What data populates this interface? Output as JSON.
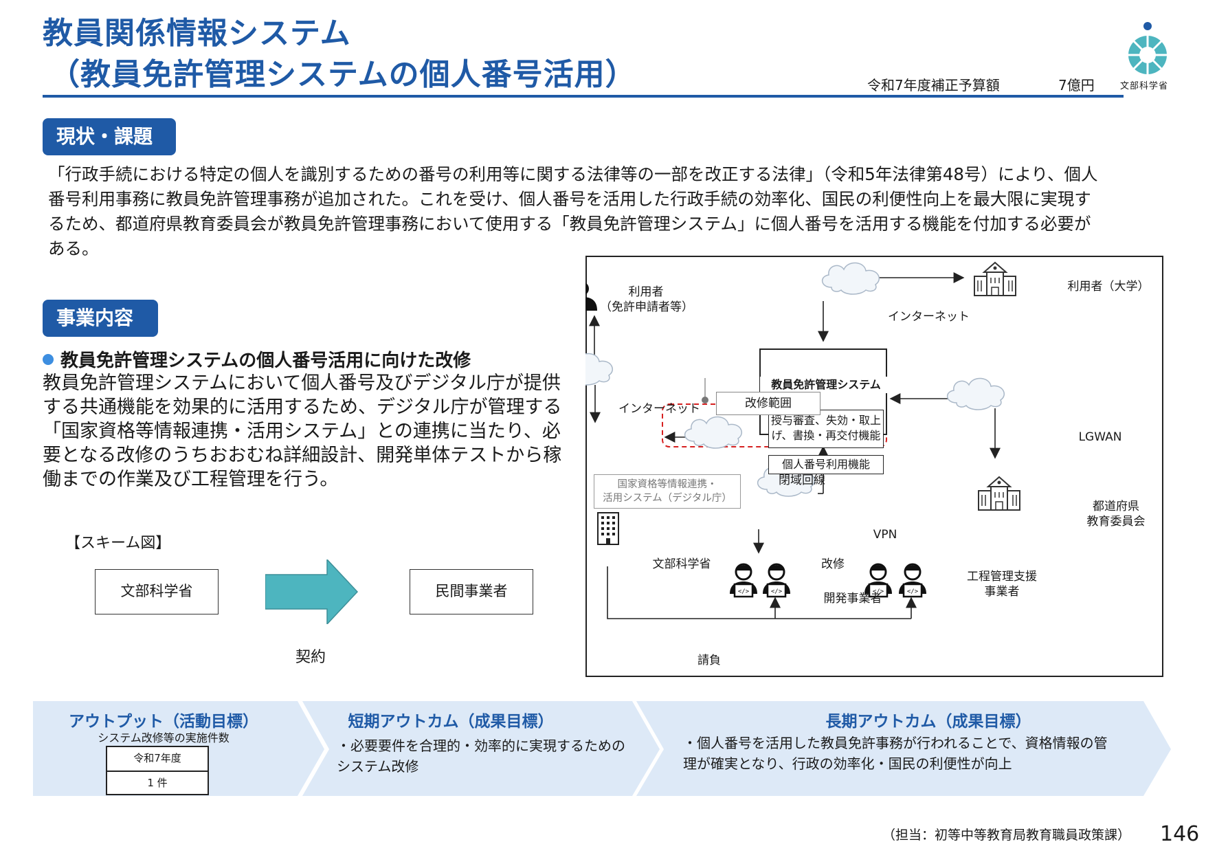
{
  "header": {
    "title_line1": "教員関係情報システム",
    "title_line2": "（教員免許管理システムの個人番号活用）",
    "budget_label": "令和7年度補正予算額",
    "budget_value": "7億円",
    "ministry_logo_text": "文部科学省"
  },
  "section_status": {
    "heading": "現状・課題",
    "body": "「行政手続における特定の個人を識別するための番号の利用等に関する法律等の一部を改正する法律」（令和5年法律第48号）により、個人番号利用事務に教員免許管理事務が追加された。これを受け、個人番号を活用した行政手続の効率化、国民の利便性向上を最大限に実現するため、都道府県教育委員会が教員免許管理事務において使用する「教員免許管理システム」に個人番号を活用する機能を付加する必要がある。"
  },
  "section_project": {
    "heading": "事業内容",
    "bullet": "教員免許管理システムの個人番号活用に向けた改修",
    "body": "教員免許管理システムにおいて個人番号及びデジタル庁が提供する共通機能を効果的に活用するため、デジタル庁が管理する「国家資格等情報連携・活用システム」との連携に当たり、必要となる改修のうちおおむね詳細設計、開発単体テストから稼働までの作業及び工程管理を行う。"
  },
  "scheme": {
    "label": "【スキーム図】",
    "from": "文部科学省",
    "to": "民間事業者",
    "relation": "契約",
    "arrow_color": "#4db5bf"
  },
  "diagram": {
    "user_label": "利用者",
    "user_sub": "（免許申請者等）",
    "internet_left": "インターネット",
    "internet_top": "インターネット",
    "user_university": "利用者（大学）",
    "system_title": "教員免許管理システム",
    "func1_line1": "授与審査、失効・取上",
    "func1_line2": "げ、書換・再交付機能",
    "func2": "個人番号利用機能",
    "modification_scope": "改修範囲",
    "closed_network": "閉域回線",
    "national_line1": "国家資格等情報連携・",
    "national_line2": "活用システム（デジタル庁）",
    "lgwan": "LGWAN",
    "pref_line1": "都道府県",
    "pref_line2": "教育委員会",
    "vpn": "VPN",
    "modify": "改修",
    "mext": "文部科学省",
    "developer": "開発事業者",
    "pm_line1": "工程管理支援",
    "pm_line2": "事業者",
    "contract": "請負",
    "scope_color": "#d62020"
  },
  "outcomes": {
    "output_heading": "アウトプット（活動目標）",
    "output_sub": "システム改修等の実施件数",
    "output_year": "令和7年度",
    "output_count": "1 件",
    "short_heading": "短期アウトカム（成果目標）",
    "short_line1": "・必要要件を合理的・効率的に実現するための",
    "short_line2": "システム改修",
    "long_heading": "長期アウトカム（成果目標）",
    "long_line1": "・個人番号を活用した教員免許事務が行われることで、資格情報の管",
    "long_line2": "理が確実となり、行政の効率化・国民の利便性が向上",
    "band_color": "#dde9f7"
  },
  "footer": {
    "contact": "（担当：初等中等教育局教育職員政策課）",
    "page": "146"
  }
}
